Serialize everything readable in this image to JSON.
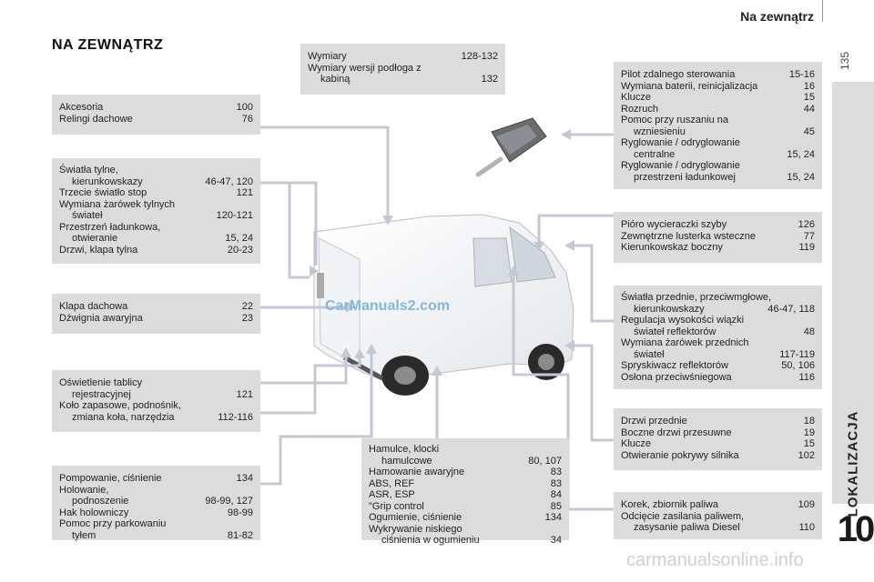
{
  "header": {
    "section_title": "Na zewnątrz",
    "page_number": "135"
  },
  "sidebar": {
    "tab_label": "LOKALIZACJA",
    "chapter_number": "10"
  },
  "page_heading": "NA ZEWNĄTRZ",
  "boxes": {
    "dimensions": [
      {
        "text": "Wymiary",
        "num": "128-132"
      },
      {
        "text": "Wymiary wersji podłoga z",
        "num": ""
      },
      {
        "text": "kabiną",
        "num": "132",
        "indent": true
      }
    ],
    "accessories": [
      {
        "text": "Akcesoria",
        "num": "100"
      },
      {
        "text": "Relingi dachowe",
        "num": "76"
      }
    ],
    "rear_lights": [
      {
        "text": "Światła tylne,",
        "num": ""
      },
      {
        "text": "kierunkowskazy",
        "num": "46-47, 120",
        "indent": true
      },
      {
        "text": "Trzecie światło stop",
        "num": "121"
      },
      {
        "text": "Wymiana żarówek tylnych",
        "num": ""
      },
      {
        "text": "świateł",
        "num": "120-121",
        "indent": true
      },
      {
        "text": "Przestrzeń ładunkowa,",
        "num": ""
      },
      {
        "text": "otwieranie",
        "num": "15, 24",
        "indent": true
      },
      {
        "text": "Drzwi, klapa tylna",
        "num": "20-23"
      }
    ],
    "roof_flap": [
      {
        "text": "Klapa dachowa",
        "num": "22"
      },
      {
        "text": "Dźwignia awaryjna",
        "num": "23"
      }
    ],
    "plate_light": [
      {
        "text": "Oświetlenie tablicy",
        "num": ""
      },
      {
        "text": "rejestracyjnej",
        "num": "121",
        "indent": true
      },
      {
        "text": "Koło zapasowe, podnośnik,",
        "num": ""
      },
      {
        "text": "zmiana koła, narzędzia",
        "num": "112-116",
        "indent": true
      }
    ],
    "towing": [
      {
        "text": "Pompowanie, ciśnienie",
        "num": "134"
      },
      {
        "text": "Holowanie,",
        "num": ""
      },
      {
        "text": "podnoszenie",
        "num": "98-99, 127",
        "indent": true
      },
      {
        "text": "Hak holowniczy",
        "num": "98-99"
      },
      {
        "text": "Pomoc przy parkowaniu",
        "num": ""
      },
      {
        "text": "tyłem",
        "num": "81-82",
        "indent": true
      }
    ],
    "brakes": [
      {
        "text": "Hamulce, klocki",
        "num": ""
      },
      {
        "text": "hamulcowe",
        "num": "80, 107",
        "indent": true
      },
      {
        "text": "Hamowanie awaryjne",
        "num": "83"
      },
      {
        "text": "ABS, REF",
        "num": "83"
      },
      {
        "text": "ASR, ESP",
        "num": "84"
      },
      {
        "text": "\"Grip control",
        "num": "85"
      },
      {
        "text": "Ogumienie, ciśnienie",
        "num": "134"
      },
      {
        "text": "Wykrywanie niskiego",
        "num": ""
      },
      {
        "text": "ciśnienia w ogumieniu",
        "num": "34",
        "indent": true
      }
    ],
    "remote": [
      {
        "text": "Pilot zdalnego sterowania",
        "num": "15-16"
      },
      {
        "text": "Wymiana baterii, reinicjalizacja",
        "num": "16"
      },
      {
        "text": "Klucze",
        "num": "15"
      },
      {
        "text": "Rozruch",
        "num": "44"
      },
      {
        "text": "Pomoc przy ruszaniu na",
        "num": ""
      },
      {
        "text": "wzniesieniu",
        "num": "45",
        "indent": true
      },
      {
        "text": "Ryglowanie / odryglowanie",
        "num": ""
      },
      {
        "text": "centralne",
        "num": "15, 24",
        "indent": true
      },
      {
        "text": "Ryglowanie / odryglowanie",
        "num": ""
      },
      {
        "text": "przestrzeni ładunkowej",
        "num": "15, 24",
        "indent": true
      }
    ],
    "wipers": [
      {
        "text": "Pióro wycieraczki szyby",
        "num": "126"
      },
      {
        "text": "Zewnętrzne lusterka wsteczne",
        "num": "77"
      },
      {
        "text": "Kierunkowskaz boczny",
        "num": "119"
      }
    ],
    "front_lights": [
      {
        "text": "Światła przednie, przeciwmgłowe,",
        "num": ""
      },
      {
        "text": "kierunkowskazy",
        "num": "46-47, 118",
        "indent": true
      },
      {
        "text": "Regulacja wysokości wiązki",
        "num": ""
      },
      {
        "text": "świateł reflektorów",
        "num": "48",
        "indent": true
      },
      {
        "text": "Wymiana żarówek przednich",
        "num": ""
      },
      {
        "text": "świateł",
        "num": "117-119",
        "indent": true
      },
      {
        "text": "Spryskiwacz reflektorów",
        "num": "50, 106"
      },
      {
        "text": "Osłona przeciwśniegowa",
        "num": "116"
      }
    ],
    "doors": [
      {
        "text": "Drzwi przednie",
        "num": "18"
      },
      {
        "text": "Boczne drzwi przesuwne",
        "num": "19"
      },
      {
        "text": "Klucze",
        "num": "15"
      },
      {
        "text": "Otwieranie pokrywy silnika",
        "num": "102"
      }
    ],
    "fuel": [
      {
        "text": "Korek, zbiornik paliwa",
        "num": "109"
      },
      {
        "text": "Odcięcie zasilania paliwem,",
        "num": ""
      },
      {
        "text": "zasysanie paliwa Diesel",
        "num": "110",
        "indent": true
      }
    ]
  },
  "watermarks": {
    "center": "CarManuals2.com",
    "footer": "carmanualsonline.info"
  },
  "colors": {
    "box_bg": "#dcdcdc",
    "connector": "#c4c8d4",
    "tab_bg": "#dcdcdc",
    "watermark_blue": "#86b5d9"
  }
}
